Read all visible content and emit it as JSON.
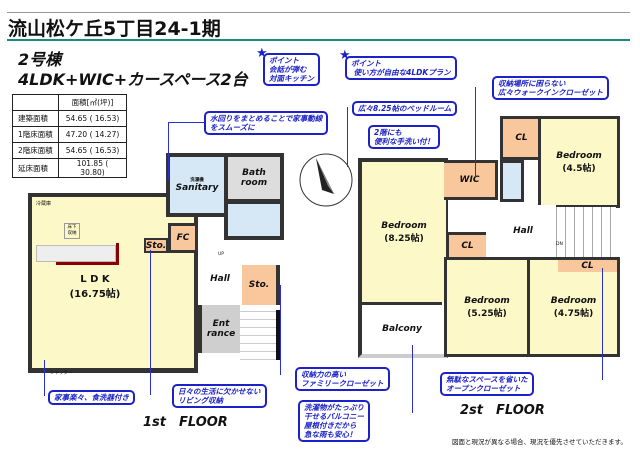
{
  "title": "流山松ケ丘5丁目24-1期",
  "building": "2号棟",
  "plan": "4LDK+WIC+カースペース2台",
  "area_table": {
    "header": "面積[㎡(坪)]",
    "rows": [
      {
        "label": "建築面積",
        "value": "54.65 ( 16.53)"
      },
      {
        "label": "1階床面積",
        "value": "47.20 ( 14.27)"
      },
      {
        "label": "2階床面積",
        "value": "54.65 ( 16.53)"
      },
      {
        "label": "延床面積",
        "value": "101.85 ( 30.80)"
      }
    ]
  },
  "callouts": {
    "kitchen": "ポイント\n会話が弾む\n対面キッチン",
    "plan": "ポイント\n 使い方が自由な4LDKプラン",
    "wic": "収納場所に困らない\n広々ウォークインクローゼット",
    "bedroom": "広々8.25帖のベッドルーム",
    "water": "水回りをまとめることで家事動線\nをスムーズに",
    "handwash": "2階にも\n便利な手洗い付！",
    "family_closet": "収納力の高い\nファミリークローゼット",
    "dishwasher": "家事楽々、食洗器付き",
    "living_storage": "日々の生活に欠かせない\nリビング収納",
    "balcony": "洗濯物がたっぷり\n干せるバルコニー\n屋根付きだから\n急な雨も安心！",
    "open_closet": "無駄なスペースを省いた\nオープンクローゼット"
  },
  "floor1": {
    "label": "1st　FLOOR",
    "ldk": "L D K",
    "ldk_size": "(16.75帖)",
    "sanitary": "Sanitary",
    "washer": "洗濯機",
    "bath1": "Bath",
    "bath2": "room",
    "fc": "FC",
    "sto1": "Sto.",
    "sto2": "Sto.",
    "hall": "Hall",
    "ent1": "Ent",
    "ent2": "rance",
    "fridge": "冷蔵庫",
    "underfloor": "床下\n収納",
    "up": "UP",
    "shutter": "シャッター"
  },
  "floor2": {
    "label": "2st　FLOOR",
    "bed1": "Bedroom",
    "bed1_size": "(8.25帖)",
    "bed2": "Bedroom",
    "bed2_size": "(4.5帖)",
    "bed3": "Bedroom",
    "bed3_size": "(5.25帖)",
    "bed4": "Bedroom",
    "bed4_size": "(4.75帖)",
    "wic": "WIC",
    "cl1": "CL",
    "cl2": "CL",
    "cl3": "CL",
    "hall": "Hall",
    "balcony": "Balcony",
    "dn": "DN"
  },
  "note": "図面と現況が異なる場合、現況を優先させていただきます。"
}
